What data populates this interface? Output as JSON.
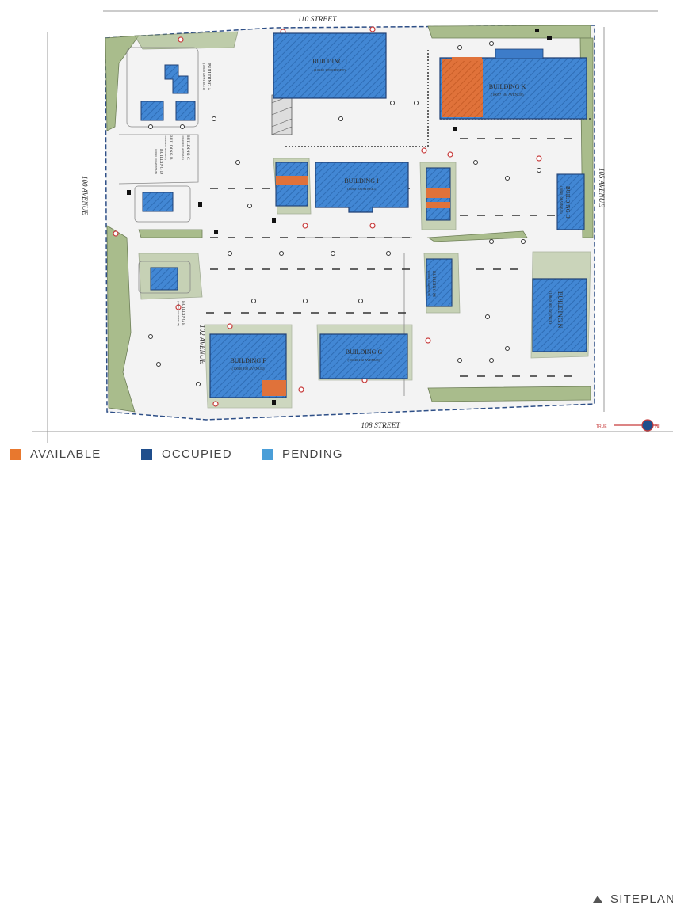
{
  "streets": {
    "north": "110 STREET",
    "south": "108 STREET",
    "west": "100 AVENUE",
    "east": "105 AVENUE",
    "interior": "102 AVENUE"
  },
  "buildings": {
    "a": {
      "name": "BUILDING A",
      "address": "(10040 109 STREET)"
    },
    "b": {
      "name": "BUILDING B",
      "address": "(10040 100 AVENUE)"
    },
    "c": {
      "name": "BUILDING C",
      "address": "(10040 100 AVENUE)"
    },
    "d": {
      "name": "BUILDING D",
      "address": "(10040 100 AVENUE)"
    },
    "e": {
      "name": "BUILDING E",
      "address": "(10040 100 AVENUE)"
    },
    "f": {
      "name": "BUILDING F",
      "address": "(10040 102 AVENUE)"
    },
    "g": {
      "name": "BUILDING G",
      "address": "(10040 102 AVENUE)"
    },
    "i": {
      "name": "BUILDING I",
      "address": "(10040 108 STREET)"
    },
    "j": {
      "name": "BUILDING J",
      "address": "(10040 109 STREET)"
    },
    "k": {
      "name": "BUILDING K",
      "address": "(10057 104 AVENUE)"
    },
    "m": {
      "name": "BUILDING M",
      "address": "(10040 103 AVENUE)"
    },
    "n": {
      "name": "BUILDING N",
      "address": "(10040 103 AVENUE)"
    },
    "o": {
      "name": "BUILDING O",
      "address": "(10040 104 AVENUE)"
    }
  },
  "north_arrow": {
    "true_label": "TRUE",
    "north_label": "N"
  },
  "legend": [
    {
      "label": "AVAILABLE",
      "color": "#E8782E"
    },
    {
      "label": "OCCUPIED",
      "color": "#1F4E8C"
    },
    {
      "label": "PENDING",
      "color": "#4A9ED8"
    }
  ],
  "siteplan_label": "SITEPLAN",
  "colors": {
    "building_fill": "#3D7CC9",
    "building_border": "#1F3F73",
    "landscape": "#A9BC8C",
    "road": "#EFEFEF"
  }
}
